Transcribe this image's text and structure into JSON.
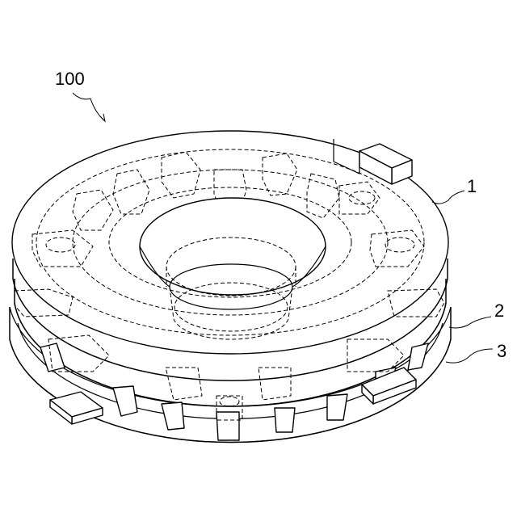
{
  "figure": {
    "labels": {
      "assembly": "100",
      "part_1": "1",
      "part_2": "2",
      "part_3": "3"
    }
  }
}
